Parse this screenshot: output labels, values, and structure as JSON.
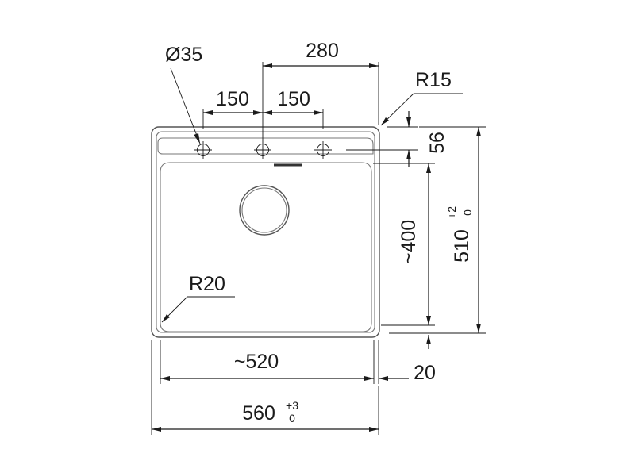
{
  "dimensions": {
    "hole_diameter": "Ø35",
    "tap_span": "280",
    "hole_spacing_left": "150",
    "hole_spacing_right": "150",
    "corner_radius_outer": "R15",
    "ledge_depth": "56",
    "bowl_depth": "~400",
    "overall_depth": "510",
    "overall_depth_tol_plus": "+2",
    "overall_depth_tol_minus": "0",
    "corner_radius_bowl": "R20",
    "bowl_width": "~520",
    "side_margin": "20",
    "overall_width": "560",
    "overall_width_tol_plus": "+3",
    "overall_width_tol_minus": "0"
  }
}
